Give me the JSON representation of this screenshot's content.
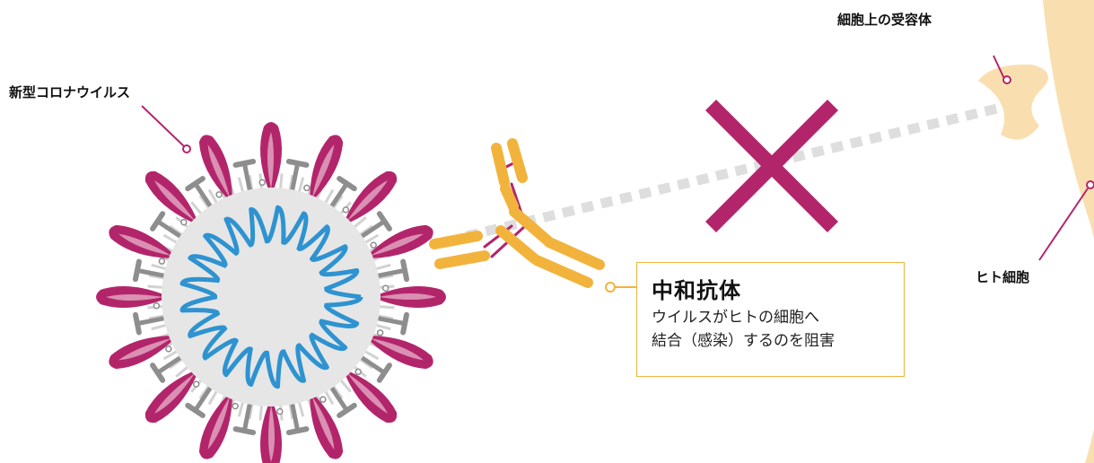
{
  "labels": {
    "virus": "新型コロナウイルス",
    "receptor": "細胞上の受容体",
    "human_cell": "ヒト細胞"
  },
  "callout": {
    "title": "中和抗体",
    "line1": "ウイルスがヒトの細胞へ",
    "line2": "結合（感染）するのを阻害"
  },
  "colors": {
    "spike": "#b3256b",
    "spike_light": "#e0a3c0",
    "antibody": "#f2b33d",
    "virus_body": "#e6e6e6",
    "rna": "#2e93d0",
    "cell": "#f9dfb0",
    "cross": "#b3256b",
    "dash": "#dedede",
    "protein": "#8e8e8e"
  },
  "icons": {
    "blocked": "cross-mark-icon"
  }
}
